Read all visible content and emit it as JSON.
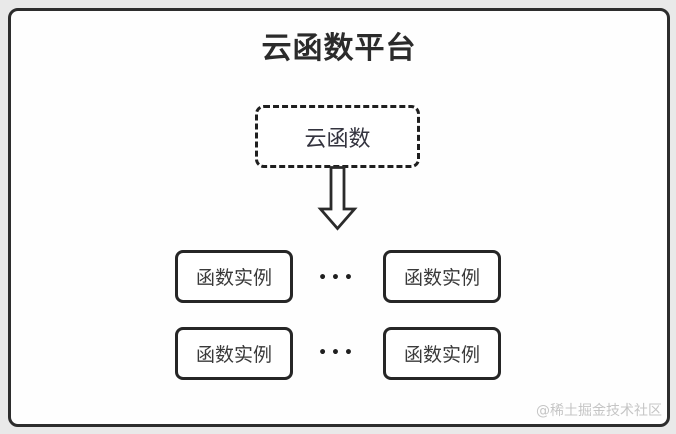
{
  "colors": {
    "canvas_bg": "#e9e9e9",
    "surface_bg": "#fefefe",
    "line": "#2d2d2d",
    "node_text": "#34343f",
    "watermark_text": "#c5c5c5"
  },
  "diagram": {
    "title": "云函数平台",
    "root_node_label": "云函数",
    "arrow_icon": "down-block-arrow",
    "rows": [
      {
        "left_label": "函数实例",
        "ellipsis": "•••",
        "right_label": "函数实例"
      },
      {
        "left_label": "函数实例",
        "ellipsis": "•••",
        "right_label": "函数实例"
      }
    ],
    "watermark": "@稀土掘金技术社区"
  }
}
